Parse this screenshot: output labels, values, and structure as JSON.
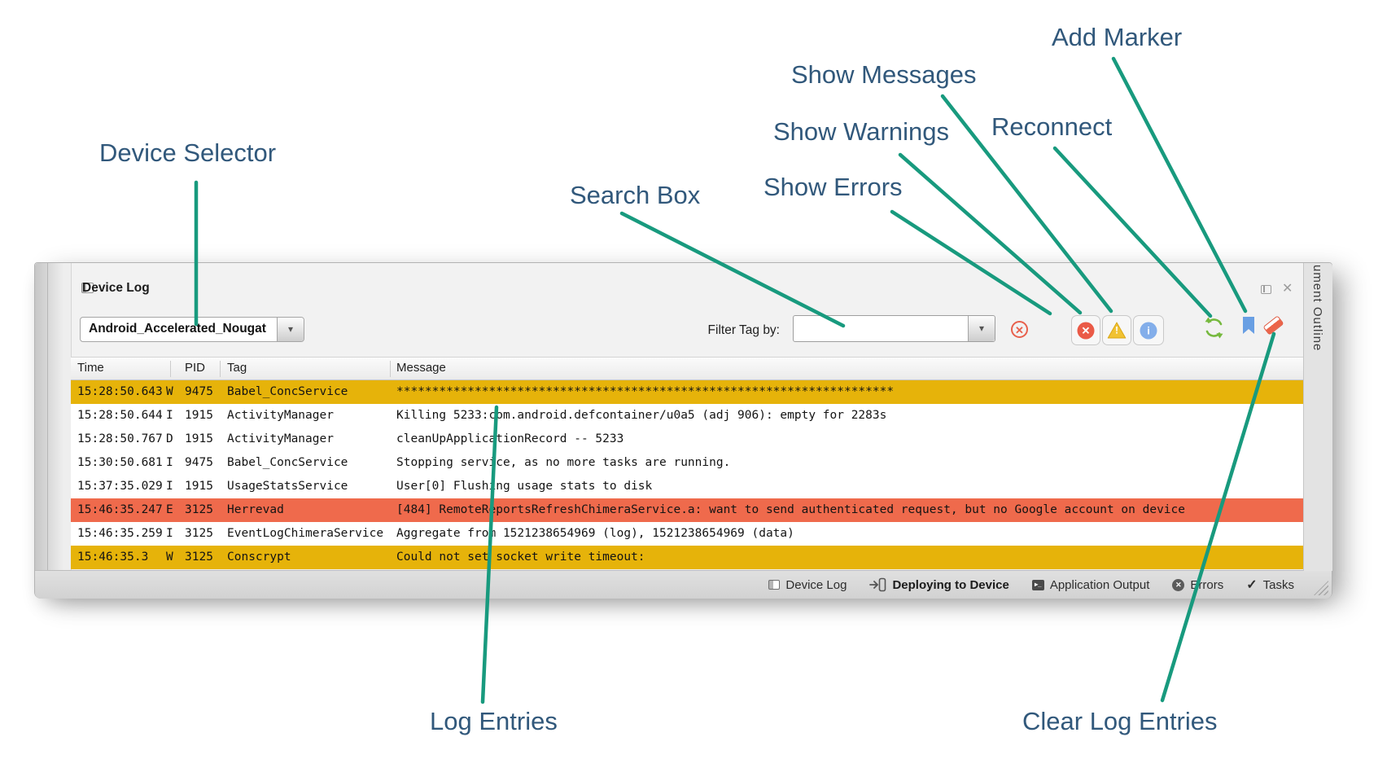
{
  "annotations": {
    "device_selector": "Device Selector",
    "search_box": "Search Box",
    "show_errors": "Show Errors",
    "show_warnings": "Show Warnings",
    "show_messages": "Show Messages",
    "reconnect": "Reconnect",
    "add_marker": "Add Marker",
    "log_entries": "Log Entries",
    "clear_log_entries": "Clear Log Entries"
  },
  "colors": {
    "annotation_text": "#31587b",
    "annotation_line": "#189a7e",
    "warning_row": "#e6b30a",
    "error_row": "#ef6a4c",
    "accent_red": "#ea5a47",
    "accent_yellow": "#f1c232",
    "accent_blue": "#83aeea",
    "accent_green": "#76b93e"
  },
  "panel": {
    "title": "Device Log",
    "device_selector_value": "Android_Accelerated_Nougat",
    "filter_label": "Filter Tag by:",
    "filter_value": "",
    "outline_tab_text": "ument Outline",
    "close_glyph": "✕"
  },
  "table": {
    "columns": [
      "Time",
      "PID",
      "Tag",
      "Message"
    ],
    "rows": [
      {
        "time": "15:28:50.643",
        "level": "W",
        "pid": "9475",
        "tag": "Babel_ConcService",
        "message": "**********************************************************************",
        "severity": "warning"
      },
      {
        "time": "15:28:50.644",
        "level": "I",
        "pid": "1915",
        "tag": "ActivityManager",
        "message": "Killing 5233:com.android.defcontainer/u0a5 (adj 906): empty for 2283s",
        "severity": "info"
      },
      {
        "time": "15:28:50.767",
        "level": "D",
        "pid": "1915",
        "tag": "ActivityManager",
        "message": "cleanUpApplicationRecord -- 5233",
        "severity": "info"
      },
      {
        "time": "15:30:50.681",
        "level": "I",
        "pid": "9475",
        "tag": "Babel_ConcService",
        "message": "Stopping service, as no more tasks are running.",
        "severity": "info"
      },
      {
        "time": "15:37:35.029",
        "level": "I",
        "pid": "1915",
        "tag": "UsageStatsService",
        "message": "User[0] Flushing usage stats to disk",
        "severity": "info"
      },
      {
        "time": "15:46:35.247",
        "level": "E",
        "pid": "3125",
        "tag": "Herrevad",
        "message": "[484] RemoteReportsRefreshChimeraService.a: want to send authenticated request, but no Google account on device",
        "severity": "error"
      },
      {
        "time": "15:46:35.259",
        "level": "I",
        "pid": "3125",
        "tag": "EventLogChimeraService",
        "message": "Aggregate from 1521238654969 (log), 1521238654969 (data)",
        "severity": "info"
      },
      {
        "time": "15:46:35.3",
        "level": "W",
        "pid": "3125",
        "tag": "Conscrypt",
        "message": "Could not set socket write timeout:",
        "severity": "warning"
      }
    ]
  },
  "status_bar": {
    "items": [
      {
        "label": "Device Log"
      },
      {
        "label": "Deploying to Device"
      },
      {
        "label": "Application Output"
      },
      {
        "label": "Errors"
      },
      {
        "label": "Tasks"
      }
    ]
  }
}
